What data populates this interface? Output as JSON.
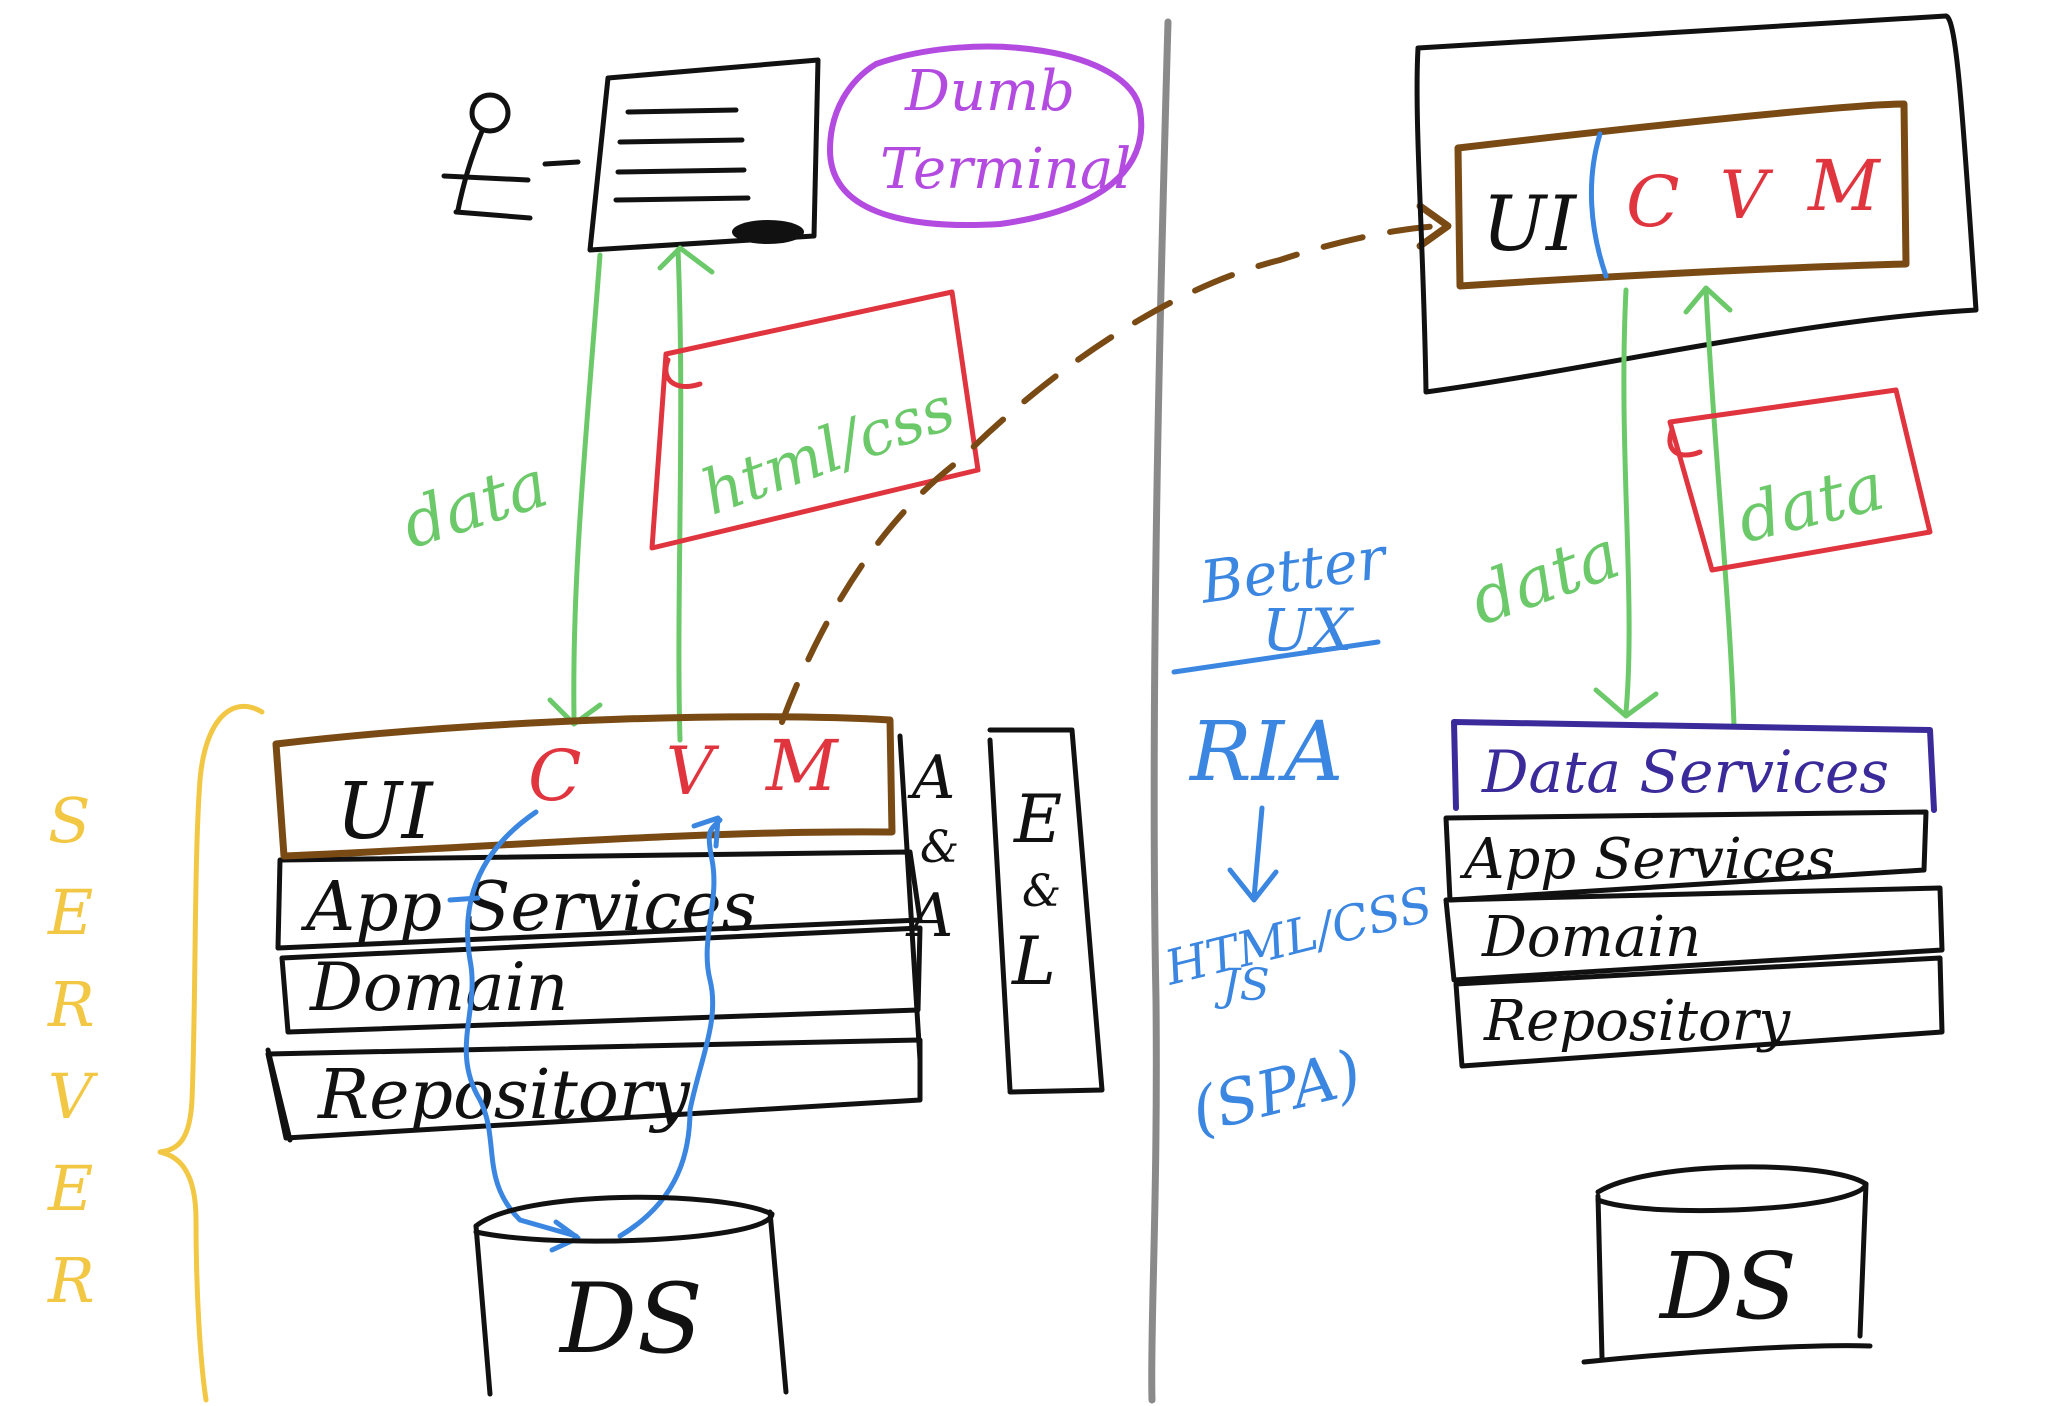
{
  "left_panel": {
    "terminal_label_line1": "Dumb",
    "terminal_label_line2": "Terminal",
    "arrow_up_label": "data",
    "arrow_down_label": "html/css",
    "mvc_row": {
      "ui": "UI",
      "c": "C",
      "v": "V",
      "m": "M"
    },
    "layers": [
      "App Services",
      "Domain",
      "Repository"
    ],
    "side_column_a": [
      "A",
      "&",
      "A"
    ],
    "side_column_e": [
      "E",
      "&",
      "L"
    ],
    "datastore": "DS",
    "server_label": [
      "S",
      "E",
      "R",
      "V",
      "E",
      "R"
    ]
  },
  "middle": {
    "better_line1": "Better",
    "better_line2": "UX",
    "ria": "RIA",
    "tech_line1": "HTML/CSS",
    "tech_line2": "JS",
    "tech_line3": "(SPA)"
  },
  "right_panel": {
    "mvc_row": {
      "ui": "UI",
      "c": "C",
      "v": "V",
      "m": "M"
    },
    "arrow_up_label": "data",
    "arrow_down_label": "data",
    "top_layer": "Data Services",
    "layers": [
      "App Services",
      "Domain",
      "Repository"
    ],
    "datastore": "DS"
  },
  "colors": {
    "black": "#111111",
    "red": "#e0353f",
    "green": "#6cc96a",
    "blue": "#3a86e0",
    "purple": "#b44be0",
    "brown": "#7a4a14",
    "navy": "#3a2a9a",
    "yellow": "#f2c744",
    "divider_gray": "#8a8a8a"
  }
}
